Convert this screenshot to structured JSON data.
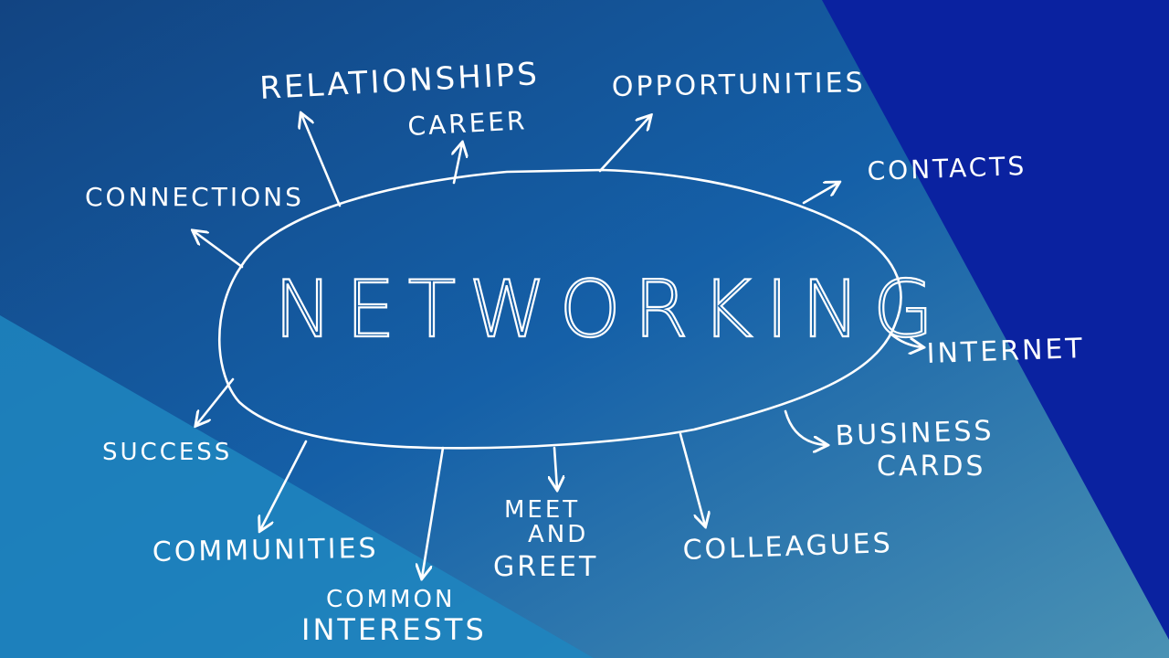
{
  "center": "NETWORKING",
  "labels": {
    "relationships": "RELATIONSHIPS",
    "career": "CAREER",
    "opportunities": "OPPORTUNITIES",
    "contacts": "CONTACTS",
    "connections": "CONNECTIONS",
    "internet": "INTERNET",
    "business": "BUSINESS",
    "cards": "CARDS",
    "success": "SUCCESS",
    "communities": "COMMUNITIES",
    "meet": "MEET",
    "and": "AND",
    "greet": "GREET",
    "colleagues": "COLLEAGUES",
    "common": "COMMON",
    "interests": "INTERESTS"
  },
  "colors": {
    "bg_main": "#14508c",
    "bg_right": "#0a22a0",
    "bg_bottom_left": "#1f86bf",
    "ink": "#ffffff"
  }
}
